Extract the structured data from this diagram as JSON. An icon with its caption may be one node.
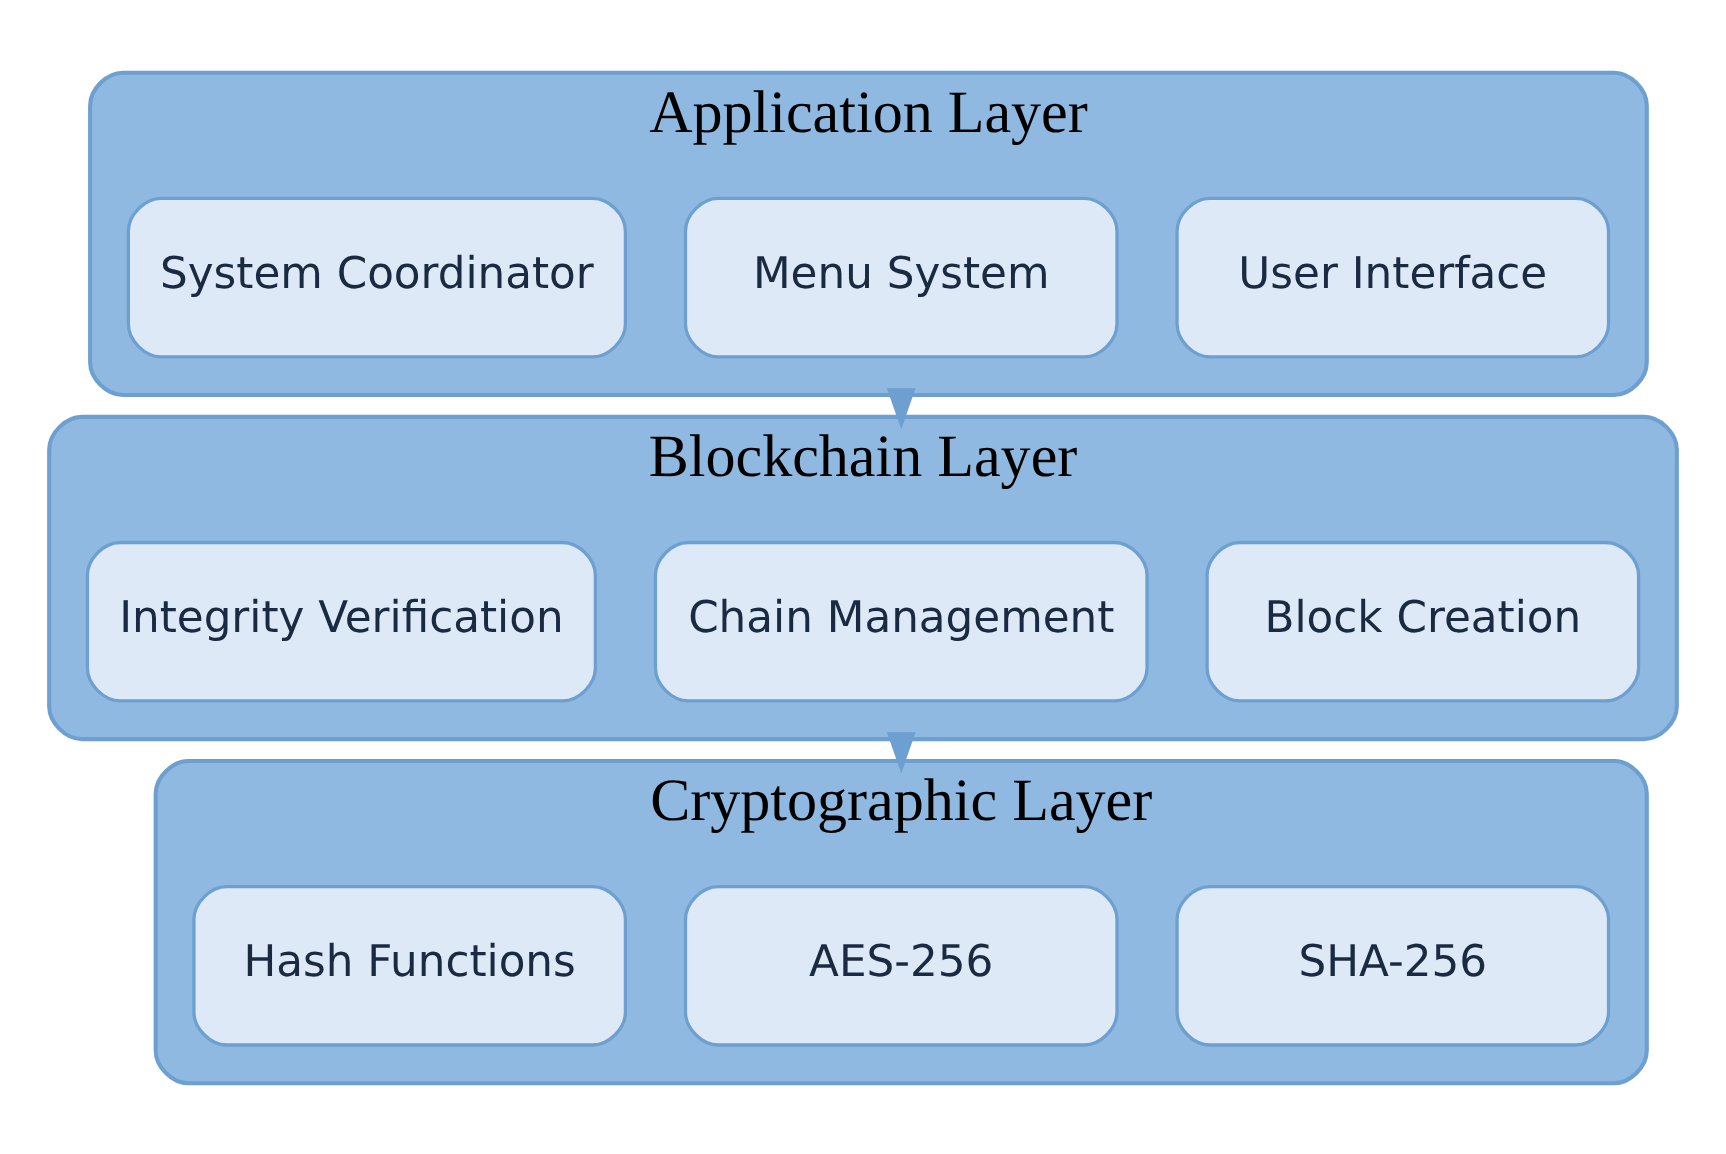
{
  "diagram": {
    "nodes": [
      {
        "text": [
          "Application Layer"
        ]
      },
      {
        "text": [
          "User Interface"
        ],
        "in": 0
      },
      {
        "text": [
          "Menu System"
        ],
        "in": 0
      },
      {
        "text": [
          "System Coordinator"
        ],
        "in": 0
      },
      {
        "text": [
          "Blockchain Layer"
        ]
      },
      {
        "text": [
          "Block Creation"
        ],
        "in": 4
      },
      {
        "text": [
          "Chain Management"
        ],
        "in": 4
      },
      {
        "text": [
          "Integrity Verification"
        ],
        "in": 4
      },
      {
        "text": [
          "Cryptographic Layer"
        ]
      },
      {
        "text": [
          "SHA-256"
        ],
        "in": 8
      },
      {
        "text": [
          "AES-256"
        ],
        "in": 8
      },
      {
        "text": [
          "Hash Functions"
        ],
        "in": 8
      }
    ],
    "edges": [
      {
        "from": 0,
        "to": 4,
        "arrow": "to"
      },
      {
        "from": 4,
        "to": 8,
        "arrow": "to"
      }
    ]
  }
}
